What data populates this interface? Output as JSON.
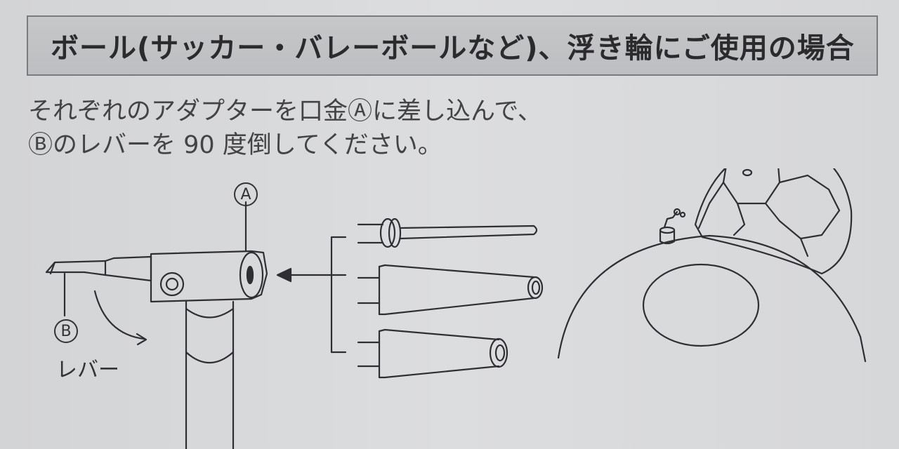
{
  "header": {
    "title": "ボール(サッカー・バレーボールなど)、浮き輪にご使用の場合"
  },
  "instructions": {
    "line1": "それぞれのアダプターを口金Ⓐに差し込んで、",
    "line2": "Ⓑのレバーを 90 度倒してください。"
  },
  "diagram": {
    "label_a": "A",
    "label_b": "B",
    "lever_label": "レバー"
  }
}
